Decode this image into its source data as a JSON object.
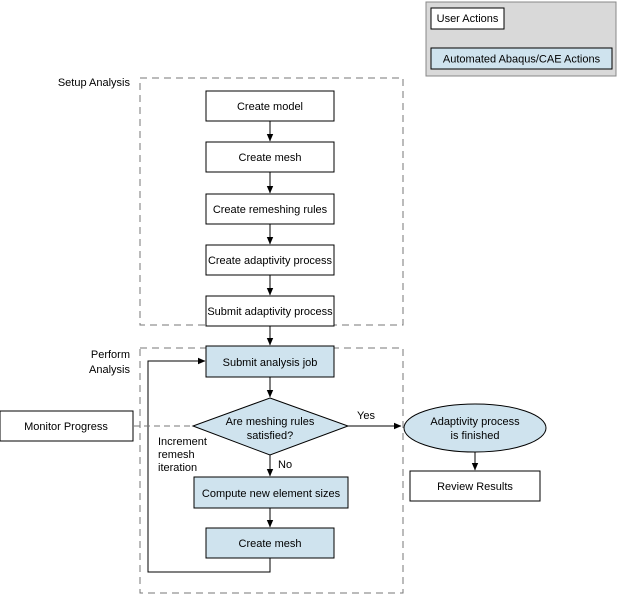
{
  "legend": {
    "user_actions": "User Actions",
    "automated_actions": "Automated Abaqus/CAE Actions"
  },
  "regions": {
    "setup_analysis": "Setup Analysis",
    "perform_analysis_line1": "Perform",
    "perform_analysis_line2": "Analysis"
  },
  "steps": {
    "create_model": "Create model",
    "create_mesh": "Create mesh",
    "create_remeshing_rules": "Create remeshing rules",
    "create_adaptivity_process": "Create adaptivity process",
    "submit_adaptivity_process": "Submit adaptivity process",
    "submit_analysis_job": "Submit analysis job",
    "decision_line1": "Are meshing rules",
    "decision_line2": "satisfied?",
    "compute_new_element_sizes": "Compute new element sizes",
    "create_mesh_loop": "Create mesh",
    "finished_line1": "Adaptivity process",
    "finished_line2": "is finished",
    "review_results": "Review Results",
    "monitor_progress": "Monitor Progress"
  },
  "edge_labels": {
    "yes": "Yes",
    "no": "No",
    "increment_line1": "Increment",
    "increment_line2": "remesh",
    "increment_line3": "iteration"
  },
  "colors": {
    "automated_fill": "#cfe3ee",
    "legend_background": "#d9d9d9",
    "user_fill": "#ffffff"
  }
}
